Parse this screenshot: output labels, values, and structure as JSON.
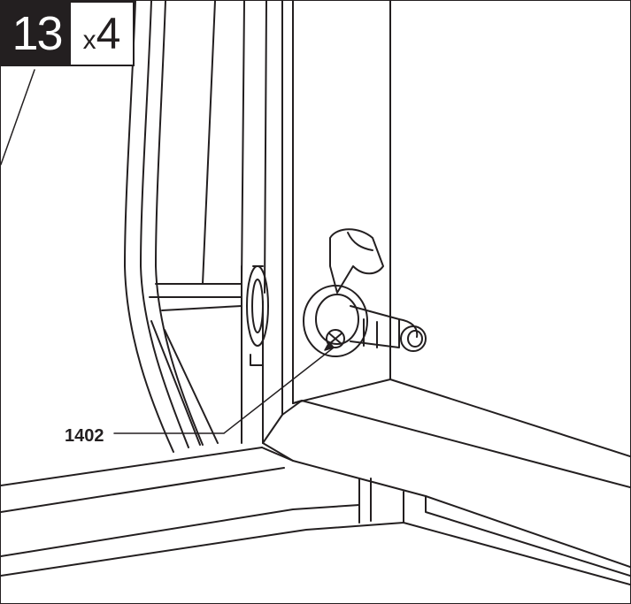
{
  "step": {
    "number": "13",
    "qty_prefix": "x",
    "qty_value": "4"
  },
  "callout": {
    "part": "1402"
  },
  "colors": {
    "line": "#231f20",
    "background": "#ffffff",
    "badge": "#231f20"
  }
}
